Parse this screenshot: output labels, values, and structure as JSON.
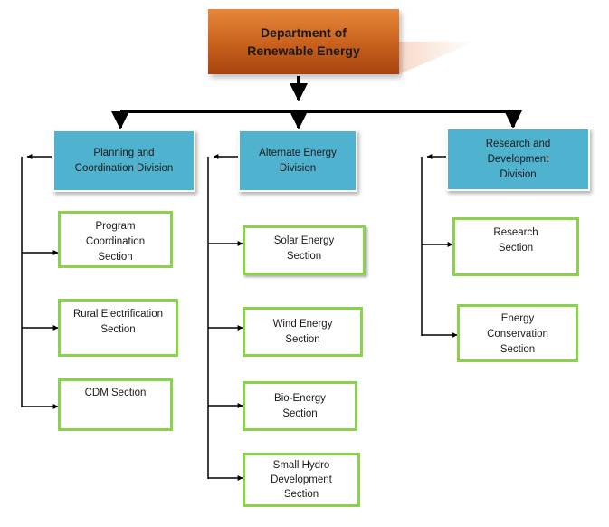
{
  "root": {
    "label": "Department of Renewable Energy",
    "color": "#c8601c"
  },
  "divisions": [
    {
      "key": "planning",
      "label": "Planning and Coordination Division",
      "color": "#4fb2cf",
      "sections": [
        "Program Coordination Section",
        "Rural Electrification Section",
        "CDM Section"
      ]
    },
    {
      "key": "alternate",
      "label": "Alternate Energy Division",
      "color": "#4fb2cf",
      "sections": [
        "Solar Energy Section",
        "Wind Energy Section",
        "Bio-Energy Section",
        "Small Hydro Development Section"
      ]
    },
    {
      "key": "research",
      "label": "Research and Development Division",
      "color": "#4fb2cf",
      "sections": [
        "Research Section",
        "Energy Conservation Section"
      ]
    }
  ],
  "section_border_color": "#8bd24c",
  "connector_color": "#000000"
}
